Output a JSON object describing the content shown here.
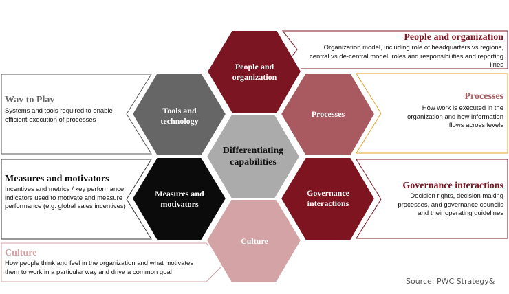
{
  "colors": {
    "people": "#7a1521",
    "processes": "#a95a60",
    "governance": "#7d1420",
    "culture": "#d4a3a6",
    "measures": "#0b0b0b",
    "tools": "#666666",
    "center": "#ababab"
  },
  "center": {
    "label": "Differentiating capabilities"
  },
  "hexes": {
    "people": "People and organization",
    "processes": "Processes",
    "governance": "Governance interactions",
    "culture": "Culture",
    "measures": "Measures and motivators",
    "tools": "Tools and technology"
  },
  "boxes": {
    "people": {
      "title": "People and organization",
      "desc": "Organization model, including role of headquarters vs regions, central vs de-central model, roles and responsibilities and reporting lines"
    },
    "processes": {
      "title": "Processes",
      "desc": "How work is executed in the organization and how information flows across levels"
    },
    "governance": {
      "title": "Governance interactions",
      "desc": "Decision rights, decision making processes, and governance councils and their operating guidelines"
    },
    "way_to_play": {
      "title": "Way to Play",
      "desc": "Systems and tools required to enable efficient execution of processes"
    },
    "measures": {
      "title": "Measures and motivators",
      "desc": "Incentives and metrics / key performance indicators used to motivate and measure performance (e.g. global sales incentives)"
    },
    "culture": {
      "title": "Culture",
      "desc": "How people think and feel in the organization and what motivates them to work in a particular way and drive a common goal"
    }
  },
  "source": "Source: PWC Strategy&"
}
